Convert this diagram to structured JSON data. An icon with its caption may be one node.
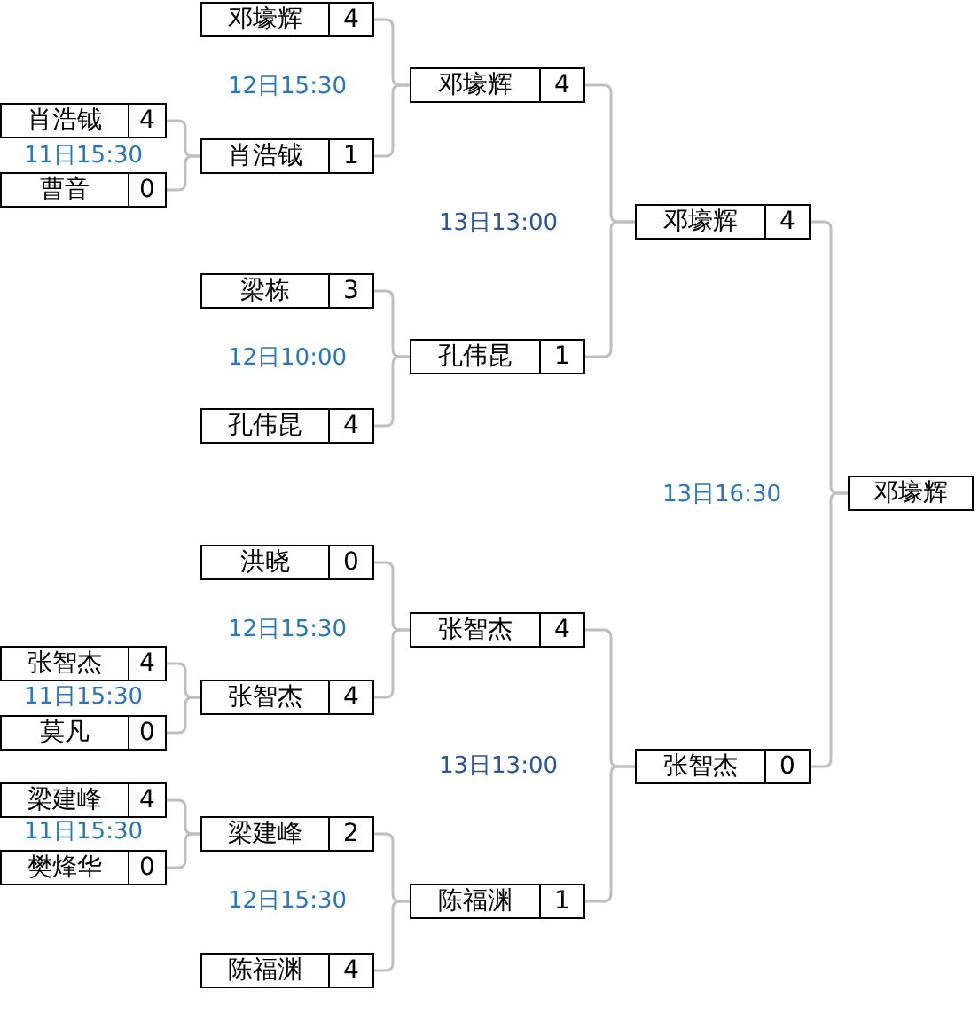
{
  "diagram": {
    "nodes": [
      {
        "text": [
          "肖浩钺",
          "4"
        ]
      },
      {
        "text": [
          "曹音",
          "0"
        ]
      },
      {
        "text": [
          "张智杰",
          "4"
        ]
      },
      {
        "text": [
          "莫凡",
          "0"
        ]
      },
      {
        "text": [
          "梁建峰",
          "4"
        ]
      },
      {
        "text": [
          "樊烽华",
          "0"
        ]
      },
      {
        "text": [
          "邓壕辉",
          "4"
        ]
      },
      {
        "text": [
          "肖浩钺",
          "1"
        ]
      },
      {
        "text": [
          "梁栋",
          "3"
        ]
      },
      {
        "text": [
          "孔伟昆",
          "4"
        ]
      },
      {
        "text": [
          "洪晓",
          "0"
        ]
      },
      {
        "text": [
          "张智杰",
          "4"
        ]
      },
      {
        "text": [
          "梁建峰",
          "2"
        ]
      },
      {
        "text": [
          "陈福渊",
          "4"
        ]
      },
      {
        "text": [
          "邓壕辉",
          "4"
        ]
      },
      {
        "text": [
          "孔伟昆",
          "1"
        ]
      },
      {
        "text": [
          "张智杰",
          "4"
        ]
      },
      {
        "text": [
          "陈福渊",
          "1"
        ]
      },
      {
        "text": [
          "邓壕辉",
          "4"
        ]
      },
      {
        "text": [
          "张智杰",
          "0"
        ]
      },
      {
        "text": [
          "邓壕辉"
        ]
      }
    ],
    "edges": [
      {
        "from": 0,
        "to": 7,
        "arrow": "none"
      },
      {
        "from": 1,
        "to": 7,
        "arrow": "none"
      },
      {
        "from": 2,
        "to": 11,
        "arrow": "none"
      },
      {
        "from": 3,
        "to": 11,
        "arrow": "none"
      },
      {
        "from": 4,
        "to": 12,
        "arrow": "none"
      },
      {
        "from": 5,
        "to": 12,
        "arrow": "none"
      },
      {
        "from": 6,
        "to": 14,
        "arrow": "none"
      },
      {
        "from": 7,
        "to": 14,
        "arrow": "none"
      },
      {
        "from": 8,
        "to": 15,
        "arrow": "none"
      },
      {
        "from": 9,
        "to": 15,
        "arrow": "none"
      },
      {
        "from": 10,
        "to": 16,
        "arrow": "none"
      },
      {
        "from": 11,
        "to": 16,
        "arrow": "none"
      },
      {
        "from": 12,
        "to": 17,
        "arrow": "none"
      },
      {
        "from": 13,
        "to": 17,
        "arrow": "none"
      },
      {
        "from": 14,
        "to": 18,
        "arrow": "none"
      },
      {
        "from": 15,
        "to": 18,
        "arrow": "none"
      },
      {
        "from": 16,
        "to": 19,
        "arrow": "none"
      },
      {
        "from": 17,
        "to": 19,
        "arrow": "none"
      },
      {
        "from": 18,
        "to": 20,
        "arrow": "none"
      },
      {
        "from": 19,
        "to": 20,
        "arrow": "none"
      }
    ],
    "labels": [
      "11日15:30",
      "11日15:30",
      "11日15:30",
      "12日15:30",
      "12日10:00",
      "12日15:30",
      "12日15:30",
      "13日13:00",
      "13日13:00",
      "13日16:30"
    ]
  }
}
